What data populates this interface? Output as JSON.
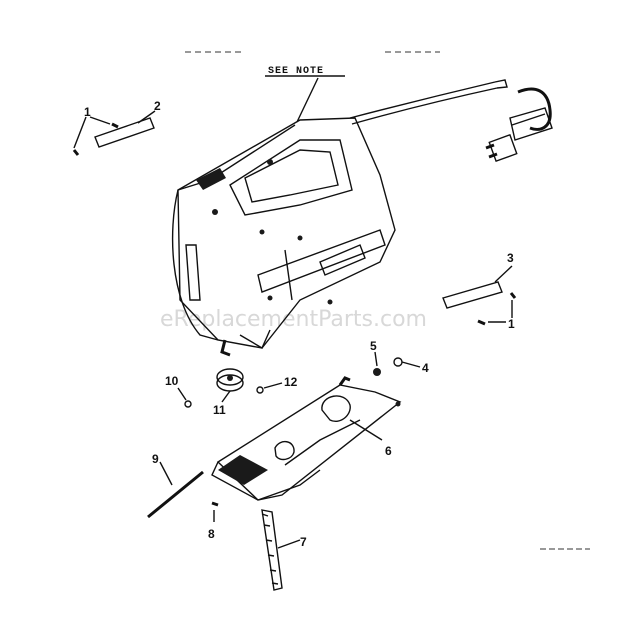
{
  "note_label": "SEE NOTE",
  "watermark": "eReplacementParts.com",
  "part_labels": [
    "1",
    "2",
    "3",
    "1",
    "5",
    "4",
    "10",
    "12",
    "11",
    "6",
    "9",
    "8",
    "7"
  ]
}
